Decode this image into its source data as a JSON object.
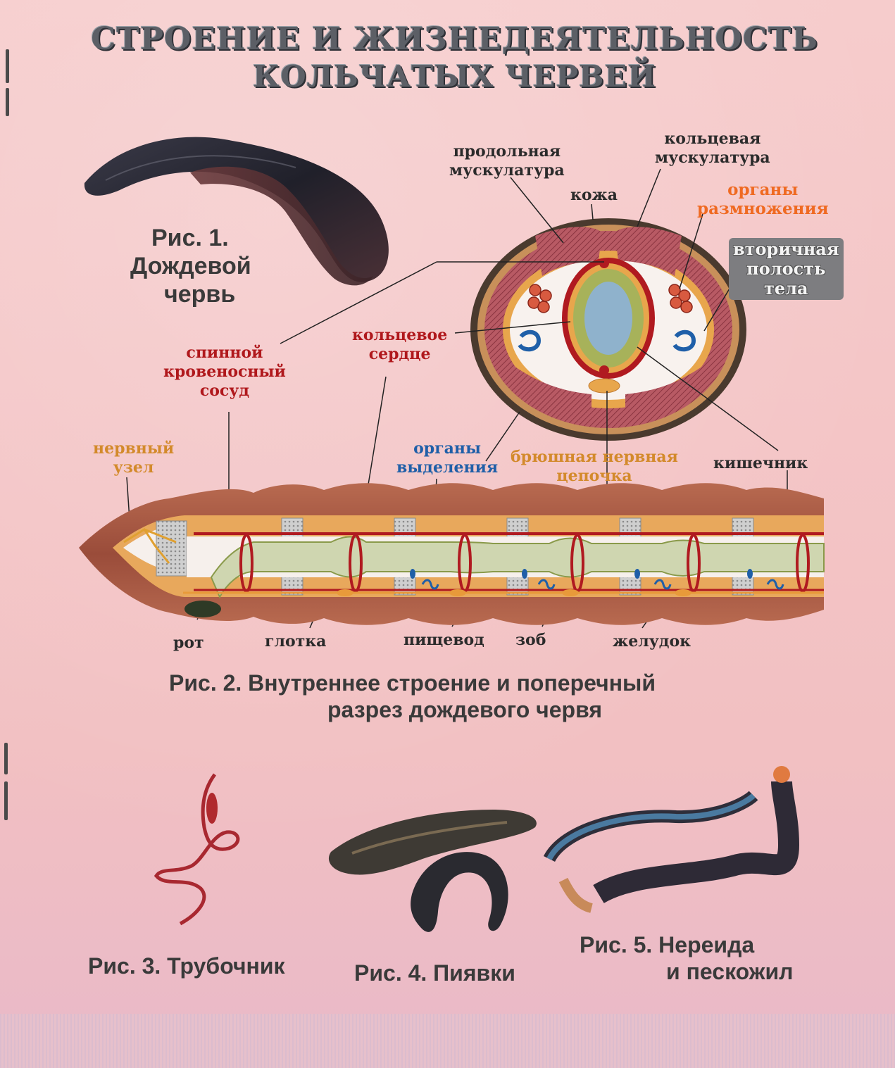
{
  "title": {
    "line1": "СТРОЕНИЕ И ЖИЗНЕДЕЯТЕЛЬНОСТЬ",
    "line2": "КОЛЬЧАТЫХ ЧЕРВЕЙ"
  },
  "fig1": {
    "caption_line1": "Рис. 1.",
    "caption_line2": "Дождевой",
    "caption_line3": "червь"
  },
  "cross_section": {
    "longitudinal_muscle": "продольная\nмускулатура",
    "skin": "кожа",
    "circular_muscle": "кольцевая\nмускулатура",
    "reproductive_organs": "органы\nразмножения",
    "secondary_cavity": "вторичная\nполость\nтела",
    "ring_heart": "кольцевое\nсердце",
    "dorsal_vessel": "спинной\nкровеносный\nсосуд"
  },
  "longitudinal": {
    "nerve_ganglion": "нервный\nузел",
    "excretory_organs": "органы\nвыделения",
    "ventral_nerve_cord": "брюшная нервная\nцепочка",
    "intestine": "кишечник",
    "mouth": "рот",
    "pharynx": "глотка",
    "esophagus": "пищевод",
    "crop": "зоб",
    "stomach": "желудок"
  },
  "fig2": {
    "caption_line1": "Рис. 2. Внутреннее строение и поперечный",
    "caption_line2": "разрез дождевого червя"
  },
  "fig3": {
    "caption": "Рис. 3. Трубочник"
  },
  "fig4": {
    "caption": "Рис. 4. Пиявки"
  },
  "fig5": {
    "caption_line1": "Рис. 5. Нереида",
    "caption_line2": "и пескожил"
  },
  "colors": {
    "background": "#f4c6c6",
    "muscle": "#b0505a",
    "body_wall": "#a85a46",
    "vessel": "#b0181c",
    "gut_green": "#9aa85a",
    "intestine_blue": "#8fb2cc",
    "nerve": "#e89a3a",
    "excretory_blue": "#1f5fa8"
  }
}
